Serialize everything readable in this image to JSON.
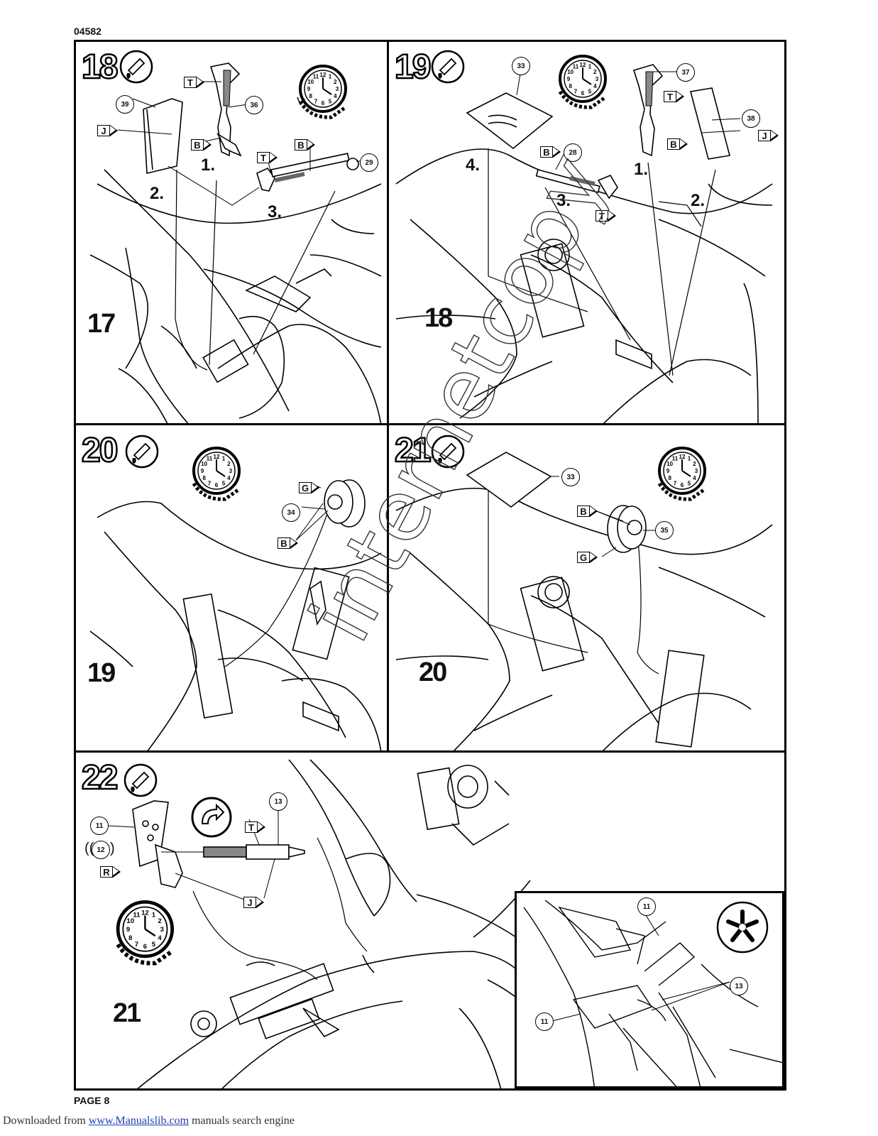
{
  "doc_code": "04582",
  "page_label": "PAGE 8",
  "footer": {
    "prefix": "Downloaded from ",
    "link_text": "www.Manualslib.com",
    "suffix": " manuals search engine"
  },
  "watermark": "internetcopy",
  "steps": {
    "s18": {
      "number": "18",
      "parts": [
        "39",
        "36",
        "29"
      ],
      "tags": [
        "T",
        "J",
        "B",
        "T",
        "B"
      ],
      "substeps": [
        "1.",
        "2.",
        "3."
      ],
      "ref": "17"
    },
    "s19": {
      "number": "19",
      "parts": [
        "33",
        "37",
        "38",
        "28"
      ],
      "tags": [
        "T",
        "J",
        "B",
        "B",
        "T"
      ],
      "substeps": [
        "1.",
        "2.",
        "3.",
        "4."
      ],
      "ref": "18"
    },
    "s20": {
      "number": "20",
      "parts": [
        "34"
      ],
      "tags": [
        "G",
        "B"
      ],
      "ref": "19"
    },
    "s21": {
      "number": "21",
      "parts": [
        "33",
        "35"
      ],
      "tags": [
        "B",
        "G"
      ],
      "ref": "20"
    },
    "s22": {
      "number": "22",
      "parts": [
        "11",
        "12",
        "13"
      ],
      "optional_part_prefix": "((",
      "optional_part_suffix": ")",
      "tags": [
        "T",
        "R",
        "J"
      ],
      "ref": "21",
      "inset_parts": [
        "11",
        "13",
        "11"
      ]
    }
  },
  "clock_numbers": [
    "12",
    "1",
    "2",
    "3",
    "4",
    "5",
    "6",
    "7",
    "8",
    "9",
    "10",
    "11"
  ],
  "icons": [
    "glue-tube-icon",
    "clock-icon",
    "rotate-model-icon",
    "detail-view-asterisk-icon"
  ]
}
